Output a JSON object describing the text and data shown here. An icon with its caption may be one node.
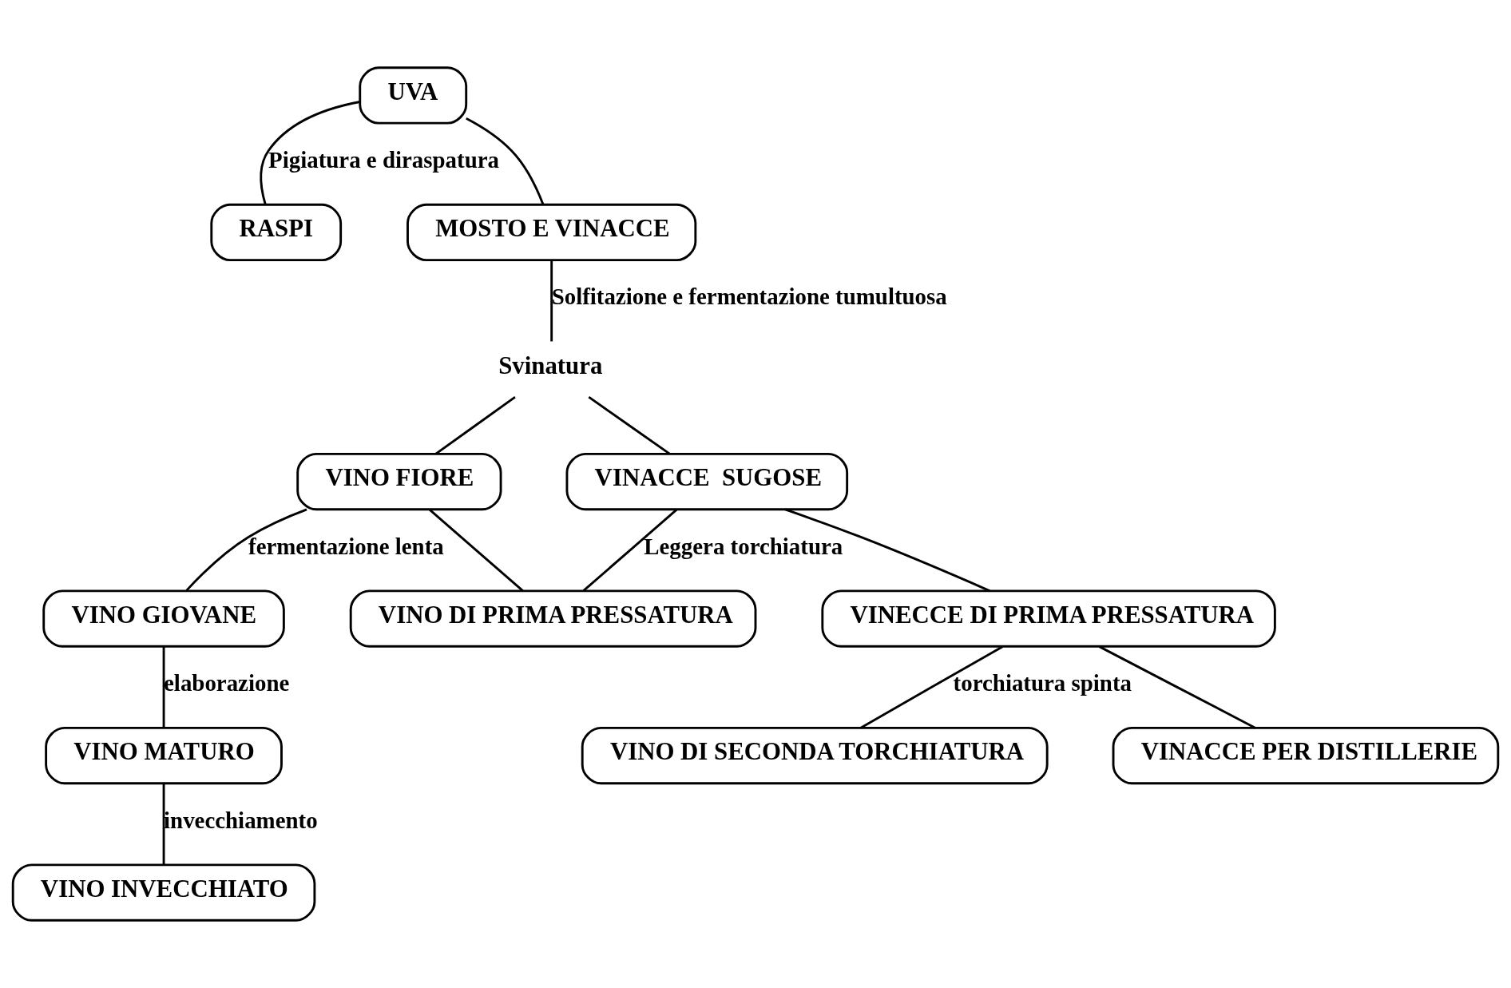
{
  "diagram": {
    "nodes": [
      {
        "text": [
          "UVA"
        ]
      },
      {
        "text": [
          "RASPI"
        ]
      },
      {
        "text": [
          "MOSTO E VINACCE"
        ]
      },
      {
        "text": [
          "Svinatura"
        ]
      },
      {
        "text": [
          "VINO FIORE"
        ]
      },
      {
        "text": [
          "VINACCE  SUGOSE"
        ]
      },
      {
        "text": [
          "VINO GIOVANE"
        ]
      },
      {
        "text": [
          "VINO DI PRIMA PRESSATURA"
        ]
      },
      {
        "text": [
          "VINECCE DI PRIMA PRESSATURA"
        ]
      },
      {
        "text": [
          "VINO MATURO"
        ]
      },
      {
        "text": [
          "VINO INVECCHIATO"
        ]
      },
      {
        "text": [
          "VINO DI SECONDA TORCHIATURA"
        ]
      },
      {
        "text": [
          "VINACCE PER DISTILLERIE"
        ]
      }
    ],
    "edges": [
      {
        "from": 0,
        "to": 1,
        "arrow": "none",
        "label": "Pigiatura e diraspatura"
      },
      {
        "from": 0,
        "to": 2,
        "arrow": "none"
      },
      {
        "from": 2,
        "to": 3,
        "arrow": "none",
        "label": "Solfitazione e fermentazione tumultuosa"
      },
      {
        "from": 3,
        "to": 4,
        "arrow": "none"
      },
      {
        "from": 3,
        "to": 5,
        "arrow": "none"
      },
      {
        "from": 4,
        "to": 6,
        "arrow": "none",
        "label": "fermentazione lenta"
      },
      {
        "from": 4,
        "to": 7,
        "arrow": "none"
      },
      {
        "from": 5,
        "to": 7,
        "arrow": "none",
        "label": "Leggera torchiatura"
      },
      {
        "from": 5,
        "to": 8,
        "arrow": "none"
      },
      {
        "from": 6,
        "to": 9,
        "arrow": "none",
        "label": "elaborazione"
      },
      {
        "from": 9,
        "to": 10,
        "arrow": "none",
        "label": "invecchiamento"
      },
      {
        "from": 8,
        "to": 11,
        "arrow": "none",
        "label": "torchiatura spinta"
      },
      {
        "from": 8,
        "to": 12,
        "arrow": "none"
      }
    ]
  }
}
